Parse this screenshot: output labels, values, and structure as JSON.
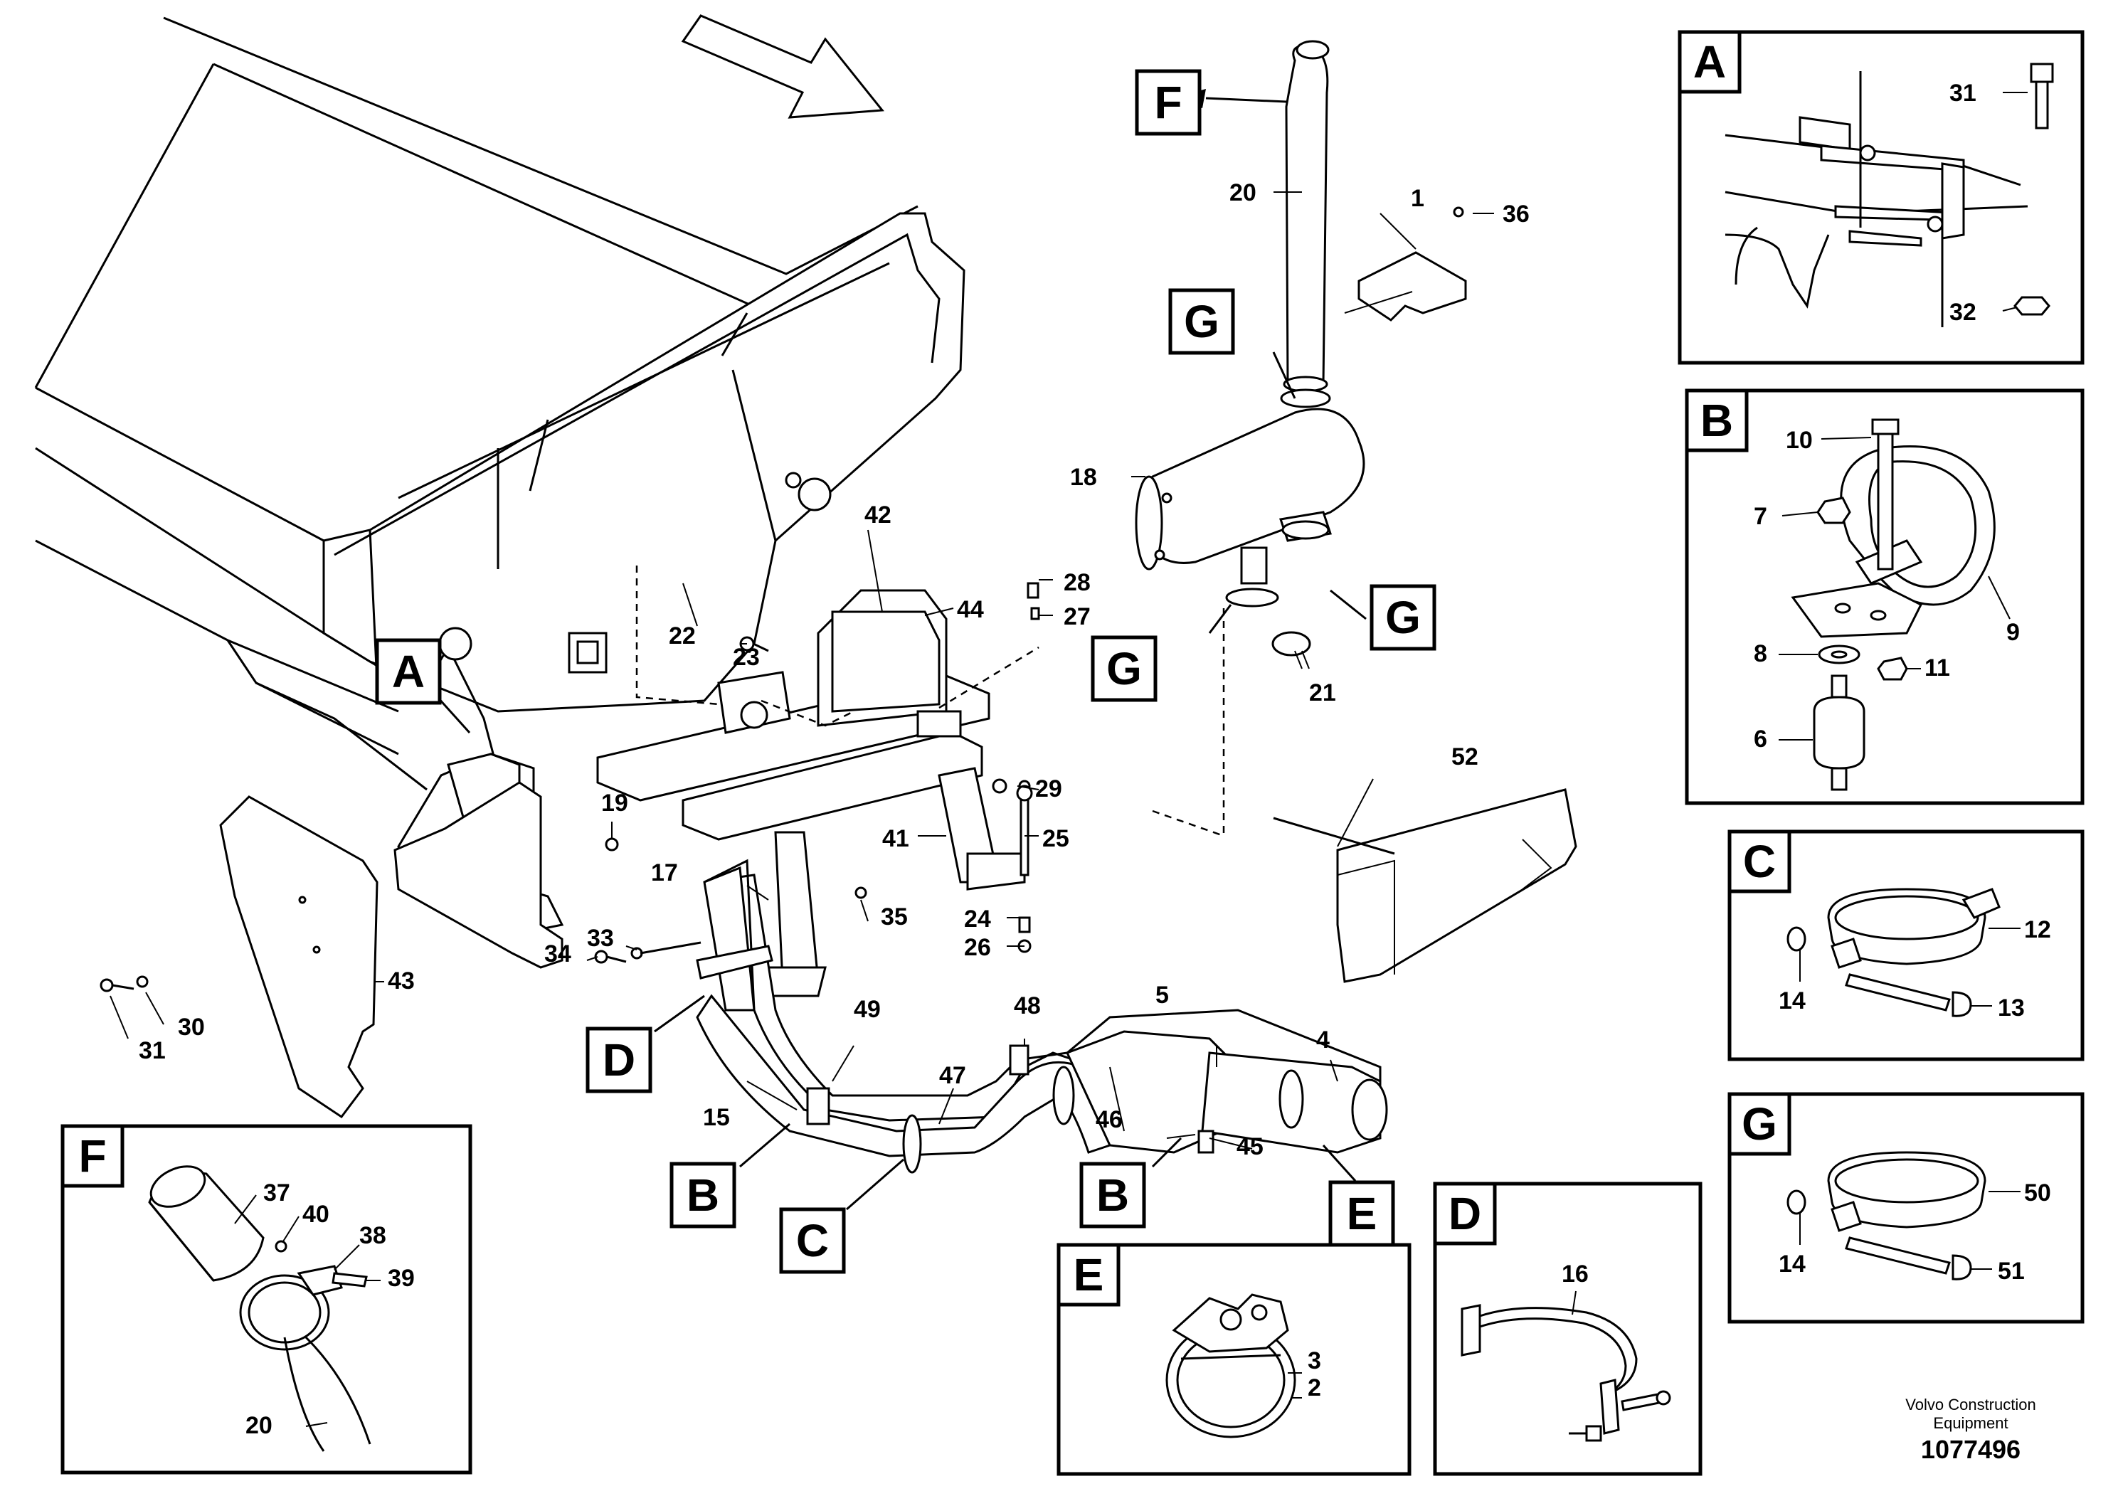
{
  "view_markers": {
    "A_main": "A",
    "B_left": "B",
    "B_right": "B",
    "C_main": "C",
    "D_main": "D",
    "E_main": "E",
    "F_main": "F",
    "G_top": "G",
    "G_left": "G",
    "G_right": "G"
  },
  "detail_views": {
    "A": "A",
    "B": "B",
    "C": "C",
    "D": "D",
    "E": "E",
    "F": "F",
    "G": "G"
  },
  "parts": {
    "p1": "1",
    "p2": "2",
    "p3": "3",
    "p4": "4",
    "p5": "5",
    "p6": "6",
    "p7": "7",
    "p8": "8",
    "p9": "9",
    "p10": "10",
    "p11": "11",
    "p12": "12",
    "p13": "13",
    "p14a": "14",
    "p14b": "14",
    "p15": "15",
    "p16": "16",
    "p17": "17",
    "p18": "18",
    "p19": "19",
    "p20a": "20",
    "p20b": "20",
    "p21": "21",
    "p22": "22",
    "p23": "23",
    "p24": "24",
    "p25": "25",
    "p26": "26",
    "p27": "27",
    "p28": "28",
    "p29": "29",
    "p30": "30",
    "p31a": "31",
    "p31b": "31",
    "p32": "32",
    "p33": "33",
    "p34": "34",
    "p35": "35",
    "p36": "36",
    "p37": "37",
    "p38": "38",
    "p39": "39",
    "p40": "40",
    "p41": "41",
    "p42": "42",
    "p43": "43",
    "p44": "44",
    "p45": "45",
    "p46": "46",
    "p47": "47",
    "p48": "48",
    "p49": "49",
    "p50": "50",
    "p51": "51",
    "p52": "52"
  },
  "footer": {
    "company_line1": "Volvo Construction",
    "company_line2": "Equipment",
    "drawing_number": "1077496"
  }
}
